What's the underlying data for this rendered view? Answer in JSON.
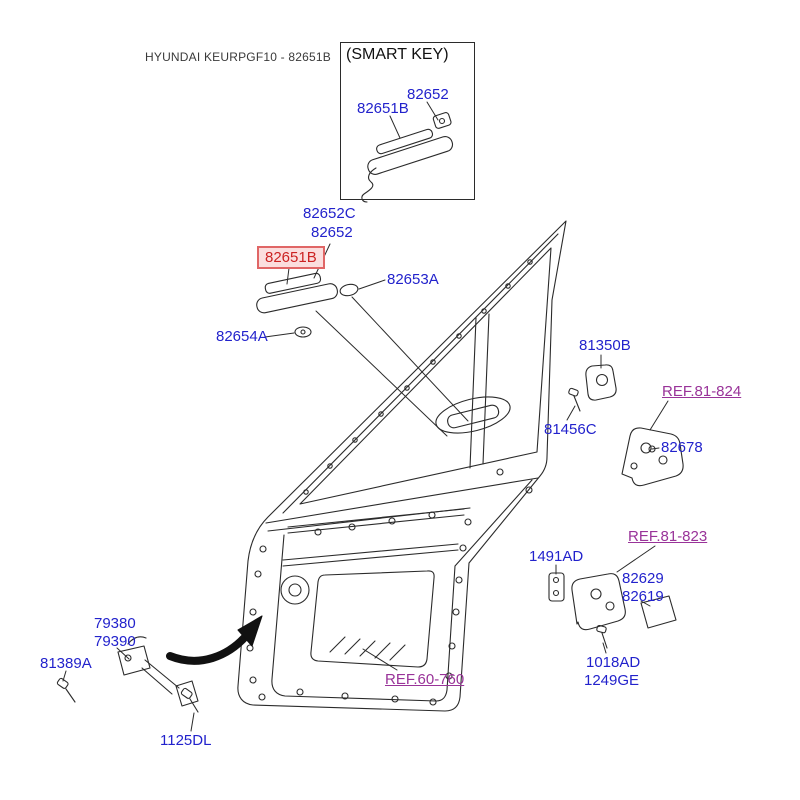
{
  "header": {
    "title": "HYUNDAI KEURPGF10 - 82651B"
  },
  "smart_key": {
    "title": "(SMART KEY)",
    "part_82652": "82652",
    "part_82651b": "82651B"
  },
  "parts": {
    "p82652c": "82652C",
    "p82652": "82652",
    "p82651b": "82651B",
    "p82653a": "82653A",
    "p82654a": "82654A",
    "p81350b": "81350B",
    "p82678": "82678",
    "p81456c": "81456C",
    "p1491ad": "1491AD",
    "p82629": "82629",
    "p82619": "82619",
    "p1018ad": "1018AD",
    "p1249ge": "1249GE",
    "p79380": "79380",
    "p79390": "79390",
    "p81389a": "81389A",
    "p1125dl": "1125DL"
  },
  "refs": {
    "r81824": "REF.81-824",
    "r81823": "REF.81-823",
    "r60760": "REF.60-760"
  },
  "colors": {
    "label_blue": "#2222cc",
    "ref_purple": "#993399",
    "highlight_red": "#cc2222",
    "highlight_border": "#e06666",
    "highlight_bg": "#fbdede",
    "line_dark": "#2b2b2b"
  }
}
